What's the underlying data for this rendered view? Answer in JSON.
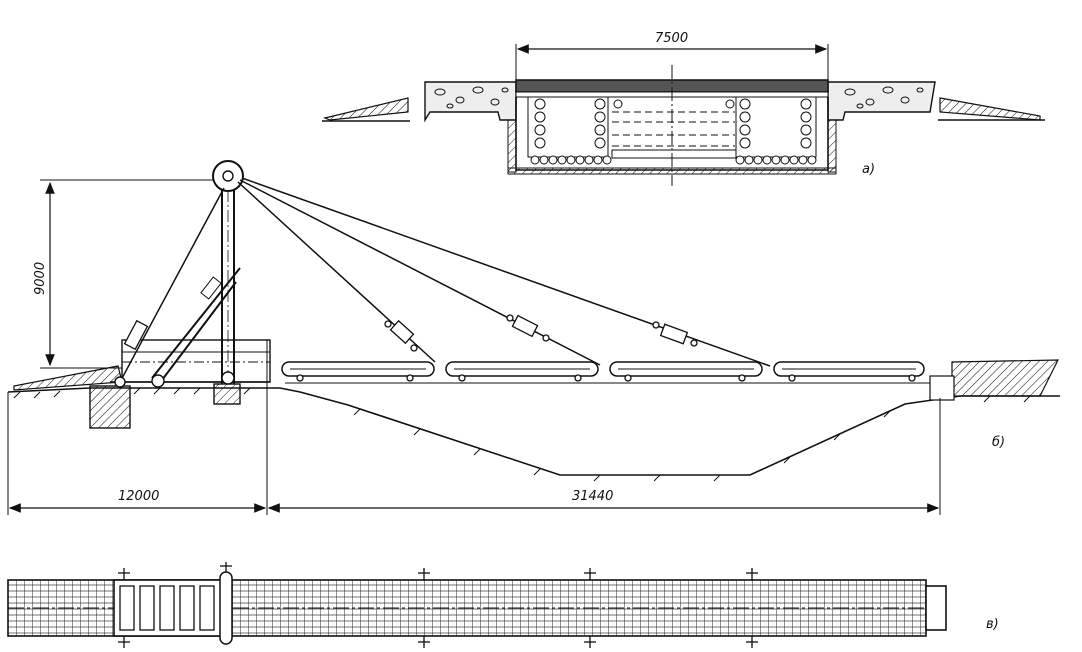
{
  "dimensions": {
    "top_width": "7500",
    "height": "9000",
    "left_span": "12000",
    "right_span": "31440"
  },
  "labels": {
    "a": "a)",
    "b": "б)",
    "c": "в)"
  }
}
